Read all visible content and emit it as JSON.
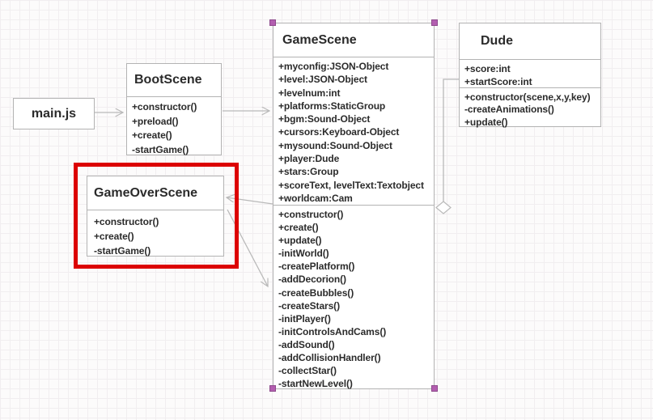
{
  "editor": {
    "selection_handle_color": "#b35eb0",
    "highlight_color": "#dc0101",
    "connector_color": "#b9b9b9",
    "box_border_color": "#b3b3b3",
    "text_color": "#2b2b2b",
    "selected_class": "GameScene",
    "highlighted_class": "GameOverScene"
  },
  "classes": {
    "main_js": {
      "title": "main.js"
    },
    "boot_scene": {
      "title": "BootScene",
      "methods": [
        "+constructor()",
        "+preload()",
        "+create()",
        "-startGame()"
      ]
    },
    "game_scene": {
      "title": "GameScene",
      "attributes": [
        "+myconfig:JSON-Object",
        "+level:JSON-Object",
        "+levelnum:int",
        "+platforms:StaticGroup",
        "+bgm:Sound-Object",
        "+cursors:Keyboard-Object",
        "+mysound:Sound-Object",
        "+player:Dude",
        "+stars:Group",
        "+scoreText, levelText:Textobject",
        "+worldcam:Cam"
      ],
      "methods": [
        "+constructor()",
        "+create()",
        "+update()",
        "-initWorld()",
        "-createPlatform()",
        "-addDecorion()",
        "-createBubbles()",
        "-createStars()",
        "-initPlayer()",
        "-initControlsAndCams()",
        "-addSound()",
        "-addCollisionHandler()",
        "-collectStar()",
        "-startNewLevel()"
      ]
    },
    "game_over_scene": {
      "title": "GameOverScene",
      "methods": [
        "+constructor()",
        "+create()",
        "-startGame()"
      ]
    },
    "dude": {
      "title": "Dude",
      "attributes": [
        "+score:int",
        "+startScore:int"
      ],
      "methods": [
        "+constructor(scene,x,y,key)",
        "-createAnimations()",
        "+update()"
      ]
    }
  },
  "connectors": {
    "main_to_boot": "main.js to BootScene",
    "boot_to_gamescene": "BootScene to GameScene",
    "gamescene_to_gameoverscene": "GameScene to GameOverScene",
    "gameoverscene_to_gamescene": "GameOverScene to GameScene",
    "gamescene_dude_aggregation": "GameScene aggregates Dude"
  }
}
